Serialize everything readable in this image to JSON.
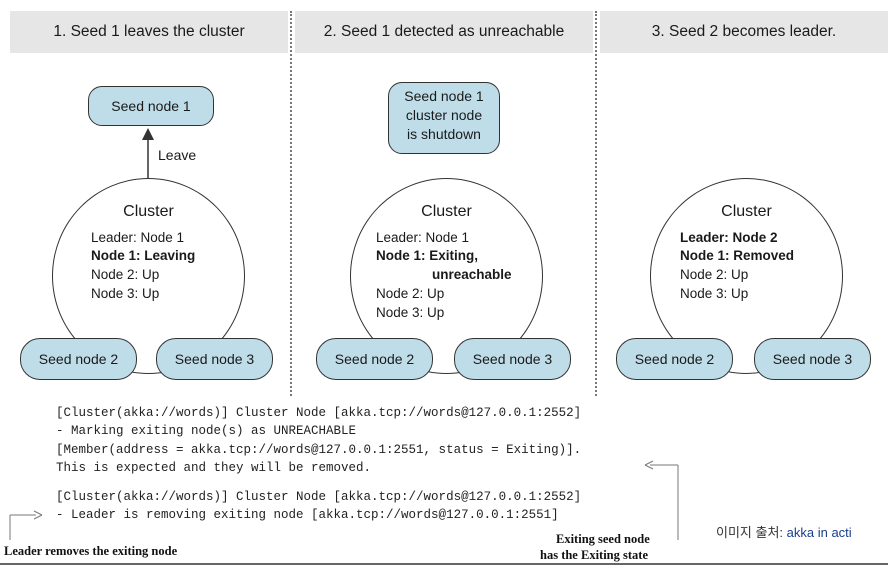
{
  "panels": [
    {
      "title": "1. Seed 1 leaves the cluster"
    },
    {
      "title": "2. Seed 1 detected as unreachable"
    },
    {
      "title": "3. Seed 2 becomes leader."
    }
  ],
  "panel1": {
    "seed1": "Seed node 1",
    "leave": "Leave",
    "cluster_title": "Cluster",
    "lines": [
      "Leader: Node 1",
      "Node 1: Leaving",
      "Node 2: Up",
      "Node 3: Up"
    ],
    "seed2": "Seed node 2",
    "seed3": "Seed node 3"
  },
  "panel2": {
    "seed1_lines": [
      "Seed node 1",
      "cluster node",
      "is shutdown"
    ],
    "cluster_title": "Cluster",
    "lines": [
      "Leader: Node 1",
      "Node 1: Exiting,",
      "unreachable",
      "Node 2: Up",
      "Node 3: Up"
    ],
    "seed2": "Seed node 2",
    "seed3": "Seed node 3"
  },
  "panel3": {
    "cluster_title": "Cluster",
    "lines": [
      "Leader: Node 2",
      "Node 1: Removed",
      "Node 2: Up",
      "Node 3: Up"
    ],
    "seed2": "Seed node 2",
    "seed3": "Seed node 3"
  },
  "log": [
    "[Cluster(akka://words)] Cluster Node [akka.tcp://words@127.0.0.1:2552]",
    "- Marking exiting node(s) as UNREACHABLE",
    "[Member(address = akka.tcp://words@127.0.0.1:2551, status = Exiting)].",
    "This is expected and they will be removed.",
    "[Cluster(akka://words)] Cluster Node [akka.tcp://words@127.0.0.1:2552]",
    "- Leader is removing exiting node [akka.tcp://words@127.0.0.1:2551]"
  ],
  "annotations": {
    "leader_removes": "Leader removes the exiting node",
    "exiting_line1": "Exiting seed node",
    "exiting_line2": "has the Exiting state"
  },
  "source": {
    "prefix": "이미지 출처: ",
    "name": "akka in acti"
  },
  "colors": {
    "node_fill": "#bfdde9",
    "header_bg": "#e6e6e6",
    "source_link": "#1a3f8c"
  }
}
